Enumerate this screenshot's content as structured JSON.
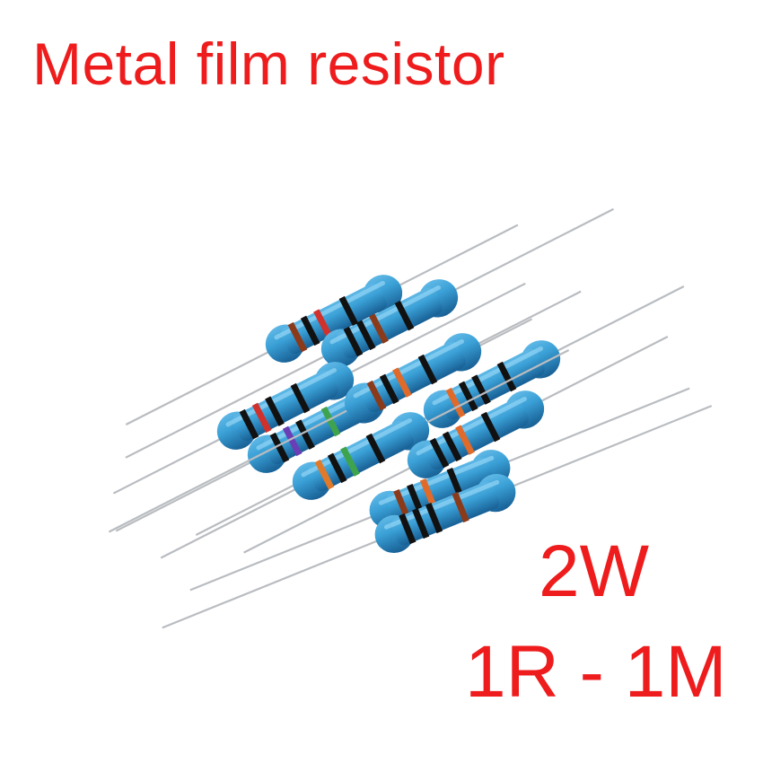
{
  "title": "Metal film resistor",
  "power_rating": "2W",
  "resistance_range": "1R - 1M",
  "colors": {
    "text": "#ee1c1c",
    "resistor_body": "#3aa0d6",
    "lead": "#b9bcc0"
  }
}
